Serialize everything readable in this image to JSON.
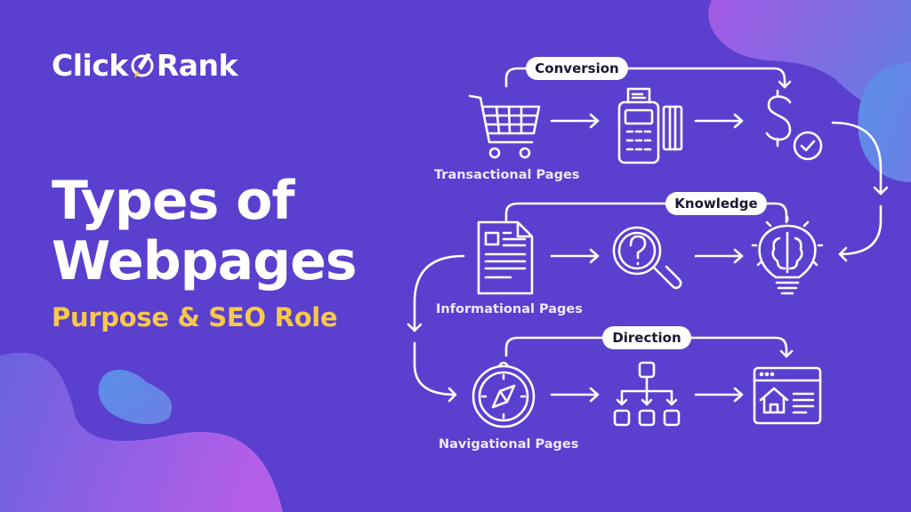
{
  "brand": {
    "name_left": "Click",
    "name_right": "Rank",
    "logo_icon": "rocket-icon"
  },
  "headline": {
    "line1": "Types of",
    "line2": "Webpages",
    "subtitle": "Purpose & SEO Role"
  },
  "colors": {
    "background": "#5b3fcf",
    "accent_yellow": "#f7c948",
    "stroke": "#ffffff",
    "blob_pink": "#a85ce6",
    "blob_blue": "#5f8ee8"
  },
  "diagram": {
    "rows": [
      {
        "label": "Transactional Pages",
        "pill": "Conversion",
        "icons": [
          "shopping-cart-icon",
          "pos-terminal-icon",
          "dollar-check-icon"
        ]
      },
      {
        "label": "Informational Pages",
        "pill": "Knowledge",
        "icons": [
          "document-icon",
          "search-question-icon",
          "lightbulb-brain-icon"
        ]
      },
      {
        "label": "Navigational Pages",
        "pill": "Direction",
        "icons": [
          "compass-icon",
          "sitemap-icon",
          "browser-home-icon"
        ]
      }
    ]
  }
}
